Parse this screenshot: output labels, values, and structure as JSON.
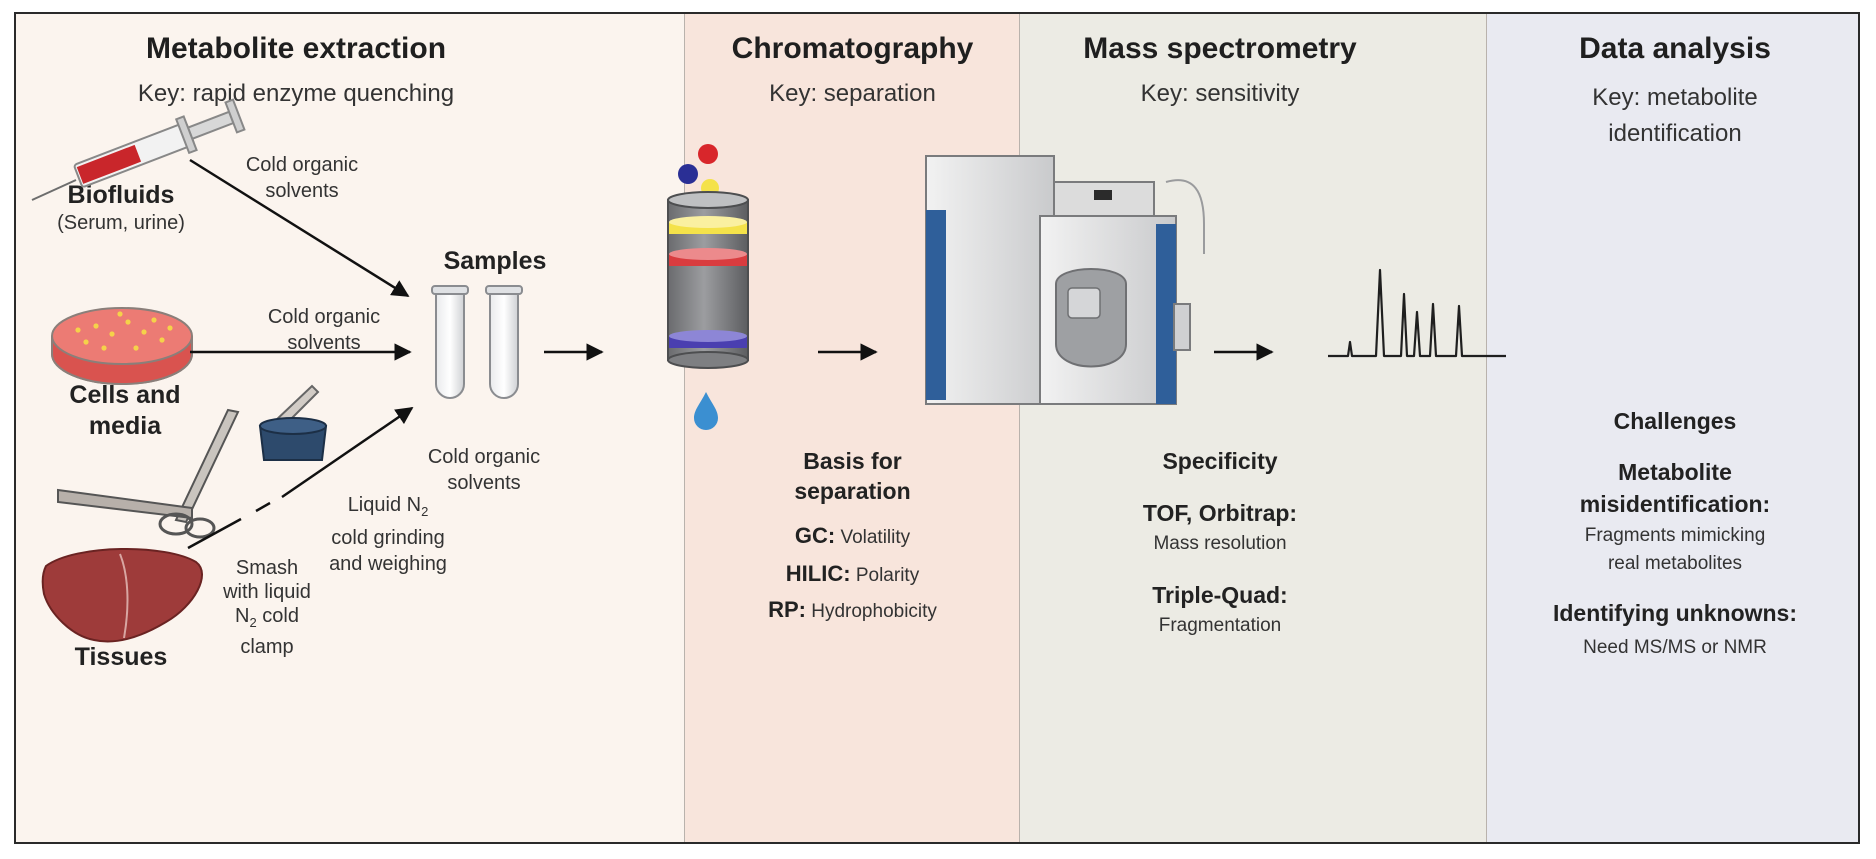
{
  "panels": {
    "extraction": {
      "title": "Metabolite extraction",
      "key": "Key: rapid enzyme quenching",
      "biofluids": "Biofluids",
      "biofluids_sub": "(Serum, urine)",
      "cells_line1": "Cells and",
      "cells_line2": "media",
      "tissues": "Tissues",
      "samples": "Samples",
      "solvents1_l1": "Cold organic",
      "solvents1_l2": "solvents",
      "solvents2_l1": "Cold organic",
      "solvents2_l2": "solvents",
      "solvents3_l1": "Cold organic",
      "solvents3_l2": "solvents",
      "liquid_l1": "Liquid N",
      "liquid_sub": "2",
      "liquid_l2": "cold grinding",
      "liquid_l3": "and weighing",
      "smash_l1": "Smash",
      "smash_l2": "with liquid",
      "smash_l3a": "N",
      "smash_l3sub": "2",
      "smash_l3b": " cold",
      "smash_l4": "clamp"
    },
    "chromatography": {
      "title": "Chromatography",
      "key": "Key: separation",
      "basis_l1": "Basis for",
      "basis_l2": "separation",
      "methods": [
        {
          "name": "GC:",
          "desc": "Volatility"
        },
        {
          "name": "HILIC:",
          "desc": "Polarity"
        },
        {
          "name": "RP:",
          "desc": "Hydrophobicity"
        }
      ]
    },
    "mass_spec": {
      "title": "Mass spectrometry",
      "key": "Key: sensitivity",
      "specificity": "Specificity",
      "items": [
        {
          "name": "TOF, Orbitrap:",
          "desc": "Mass resolution"
        },
        {
          "name": "Triple-Quad:",
          "desc": "Fragmentation"
        }
      ]
    },
    "data_analysis": {
      "title": "Data analysis",
      "key_l1": "Key: metabolite",
      "key_l2": "identification",
      "challenges": "Challenges",
      "misid_l1": "Metabolite",
      "misid_l2": "misidentification:",
      "misid_desc_l1": "Fragments mimicking",
      "misid_desc_l2": "real metabolites",
      "unknowns": "Identifying unknowns:",
      "unknowns_desc": "Need MS/MS or NMR"
    }
  },
  "colors": {
    "extraction_bg": "#fbf4ee",
    "chromatography_bg": "#f8e5dc",
    "mass_spec_bg": "#ecebe4",
    "data_analysis_bg": "#e9eaf1",
    "band_yellow": "#f4e24a",
    "band_red": "#d93c3f",
    "band_blue": "#4a3fb0",
    "instrument_blue": "#2f5f9a"
  },
  "icons": [
    "syringe-icon",
    "petri-dish-icon",
    "scissors-icon",
    "mortar-icon",
    "liver-icon",
    "test-tube-icon",
    "chromatography-column-icon",
    "droplet-icon",
    "mass-spectrometer-icon",
    "spectrum-plot-icon"
  ]
}
